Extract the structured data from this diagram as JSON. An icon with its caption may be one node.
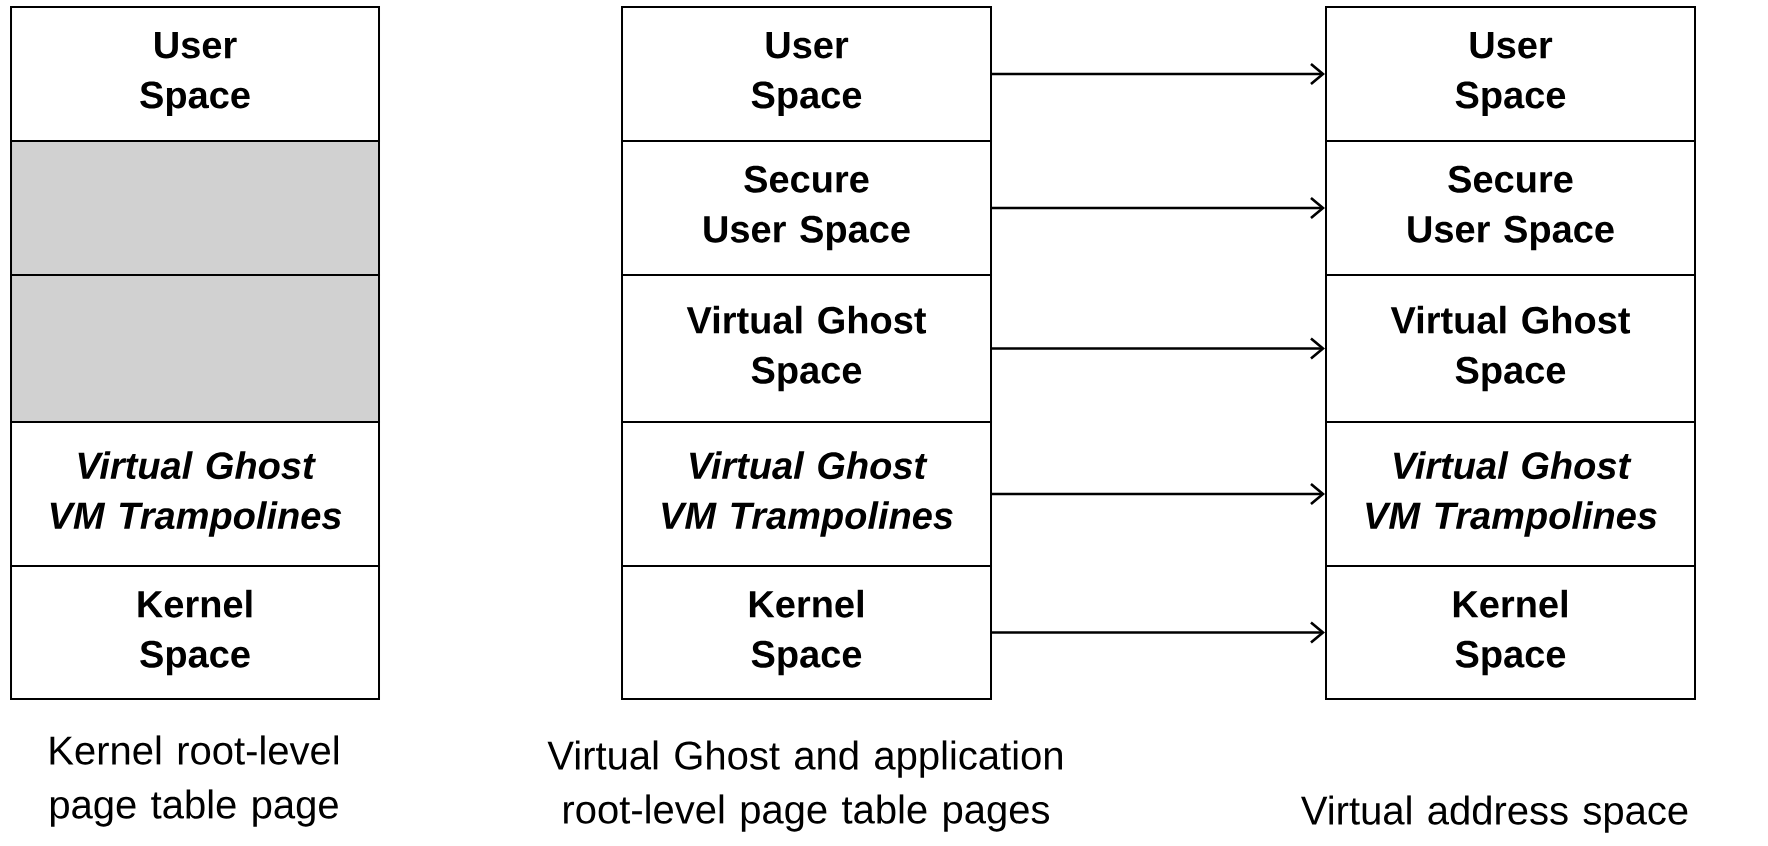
{
  "diagram": {
    "nodes": [
      {
        "text": [
          "User Space"
        ]
      },
      {
        "text": [],
        "shape": "box"
      },
      {
        "text": [],
        "shape": "box"
      },
      {
        "text": [
          "Virtual Ghost VM Trampolines"
        ]
      },
      {
        "text": [
          "Kernel Space"
        ]
      },
      {
        "text": [
          "User Space"
        ]
      },
      {
        "text": [
          "Secure User Space"
        ]
      },
      {
        "text": [
          "Virtual Ghost Space"
        ]
      },
      {
        "text": [
          "Virtual Ghost VM Trampolines"
        ]
      },
      {
        "text": [
          "Kernel Space"
        ]
      },
      {
        "text": [
          "User Space"
        ]
      },
      {
        "text": [
          "Secure User Space"
        ]
      },
      {
        "text": [
          "Virtual Ghost Space"
        ]
      },
      {
        "text": [
          "Virtual Ghost VM Trampolines"
        ]
      },
      {
        "text": [
          "Kernel Space"
        ]
      }
    ],
    "edges": [
      {
        "from": 5,
        "to": 10,
        "arrow": "to"
      },
      {
        "from": 6,
        "to": 11,
        "arrow": "to"
      },
      {
        "from": 7,
        "to": 12,
        "arrow": "to"
      },
      {
        "from": 8,
        "to": 13,
        "arrow": "to"
      },
      {
        "from": 9,
        "to": 14,
        "arrow": "to"
      }
    ],
    "labels": [
      "Kernel root-level page table page",
      "Virtual Ghost and application root-level page table pages",
      "Virtual address space"
    ]
  }
}
